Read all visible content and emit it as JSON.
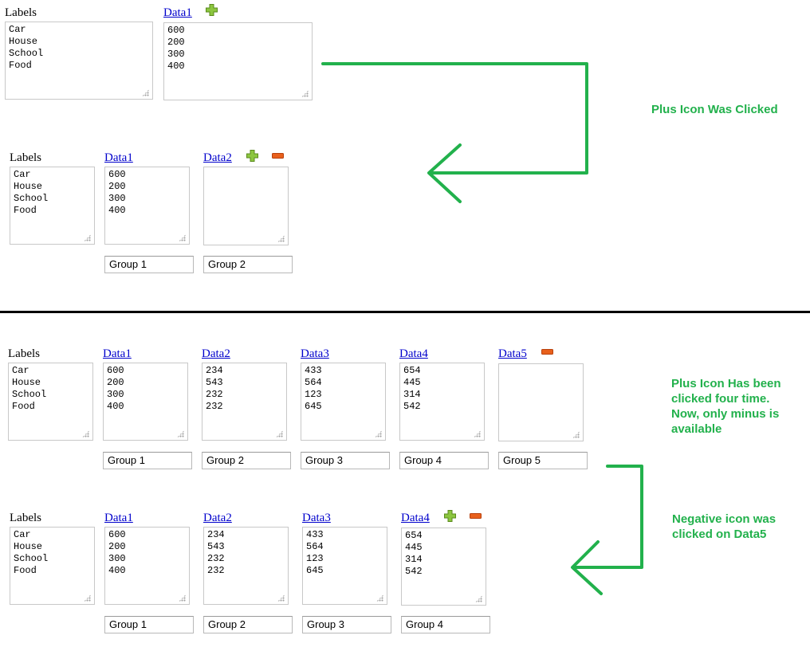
{
  "colors": {
    "link": "#0000cc",
    "annotation": "#22b14c",
    "plus_icon": "#8cc63f",
    "minus_icon": "#e8601c"
  },
  "labels_header": "Labels",
  "labels_values": "Car\nHouse\nSchool\nFood",
  "sections": {
    "s1": {
      "columns": [
        {
          "header": "Data1",
          "values": "600\n200\n300\n400"
        }
      ]
    },
    "s2": {
      "columns": [
        {
          "header": "Data1",
          "values": "600\n200\n300\n400",
          "group": "Group 1"
        },
        {
          "header": "Data2",
          "values": "",
          "group": "Group 2"
        }
      ]
    },
    "s3": {
      "columns": [
        {
          "header": "Data1",
          "values": "600\n200\n300\n400",
          "group": "Group 1"
        },
        {
          "header": "Data2",
          "values": "234\n543\n232\n232",
          "group": "Group 2"
        },
        {
          "header": "Data3",
          "values": "433\n564\n123\n645",
          "group": "Group 3"
        },
        {
          "header": "Data4",
          "values": "654\n445\n314\n542",
          "group": "Group 4"
        },
        {
          "header": "Data5",
          "values": "",
          "group": "Group 5"
        }
      ]
    },
    "s4": {
      "columns": [
        {
          "header": "Data1",
          "values": "600\n200\n300\n400",
          "group": "Group 1"
        },
        {
          "header": "Data2",
          "values": "234\n543\n232\n232",
          "group": "Group 2"
        },
        {
          "header": "Data3",
          "values": "433\n564\n123\n645",
          "group": "Group 3"
        },
        {
          "header": "Data4",
          "values": "654\n445\n314\n542",
          "group": "Group 4"
        }
      ]
    }
  },
  "annotations": {
    "a1": "Plus Icon Was Clicked",
    "a2": "Plus Icon Has been clicked four time. Now, only minus is available",
    "a3": "Negative icon was clicked on Data5"
  },
  "icons": {
    "plus": "plus-icon",
    "minus": "minus-icon"
  }
}
